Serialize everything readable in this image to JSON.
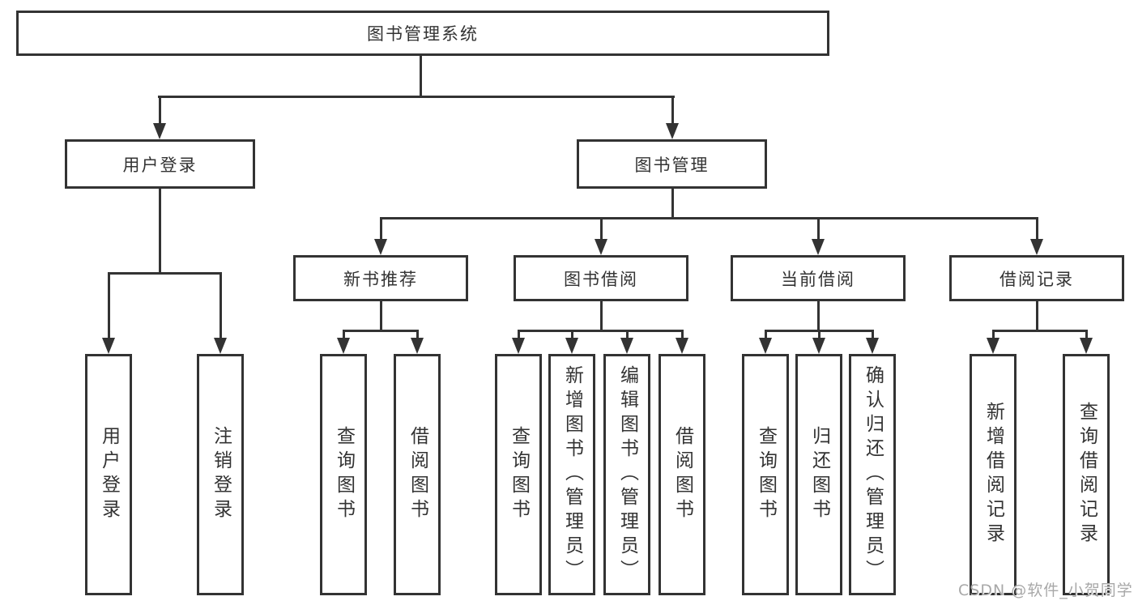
{
  "tree": {
    "label": "图书管理系统",
    "children": [
      {
        "label": "用户登录",
        "children": [
          {
            "label": "用户登录"
          },
          {
            "label": "注销登录"
          }
        ]
      },
      {
        "label": "图书管理",
        "children": [
          {
            "label": "新书推荐",
            "children": [
              {
                "label": "查询图书"
              },
              {
                "label": "借阅图书"
              }
            ]
          },
          {
            "label": "图书借阅",
            "children": [
              {
                "label": "查询图书"
              },
              {
                "label": "新增图书（管理员）"
              },
              {
                "label": "编辑图书（管理员）"
              },
              {
                "label": "借阅图书"
              }
            ]
          },
          {
            "label": "当前借阅",
            "children": [
              {
                "label": "查询图书"
              },
              {
                "label": "归还图书"
              },
              {
                "label": "确认归还（管理员）"
              }
            ]
          },
          {
            "label": "借阅记录",
            "children": [
              {
                "label": "新增借阅记录"
              },
              {
                "label": "查询借阅记录"
              }
            ]
          }
        ]
      }
    ]
  },
  "watermark": "CSDN @软件_小贺同学",
  "colors": {
    "line": "#333333",
    "box_border": "#333333",
    "box_fill": "#ffffff",
    "text": "#333333",
    "watermark": "#a8a8a8"
  }
}
